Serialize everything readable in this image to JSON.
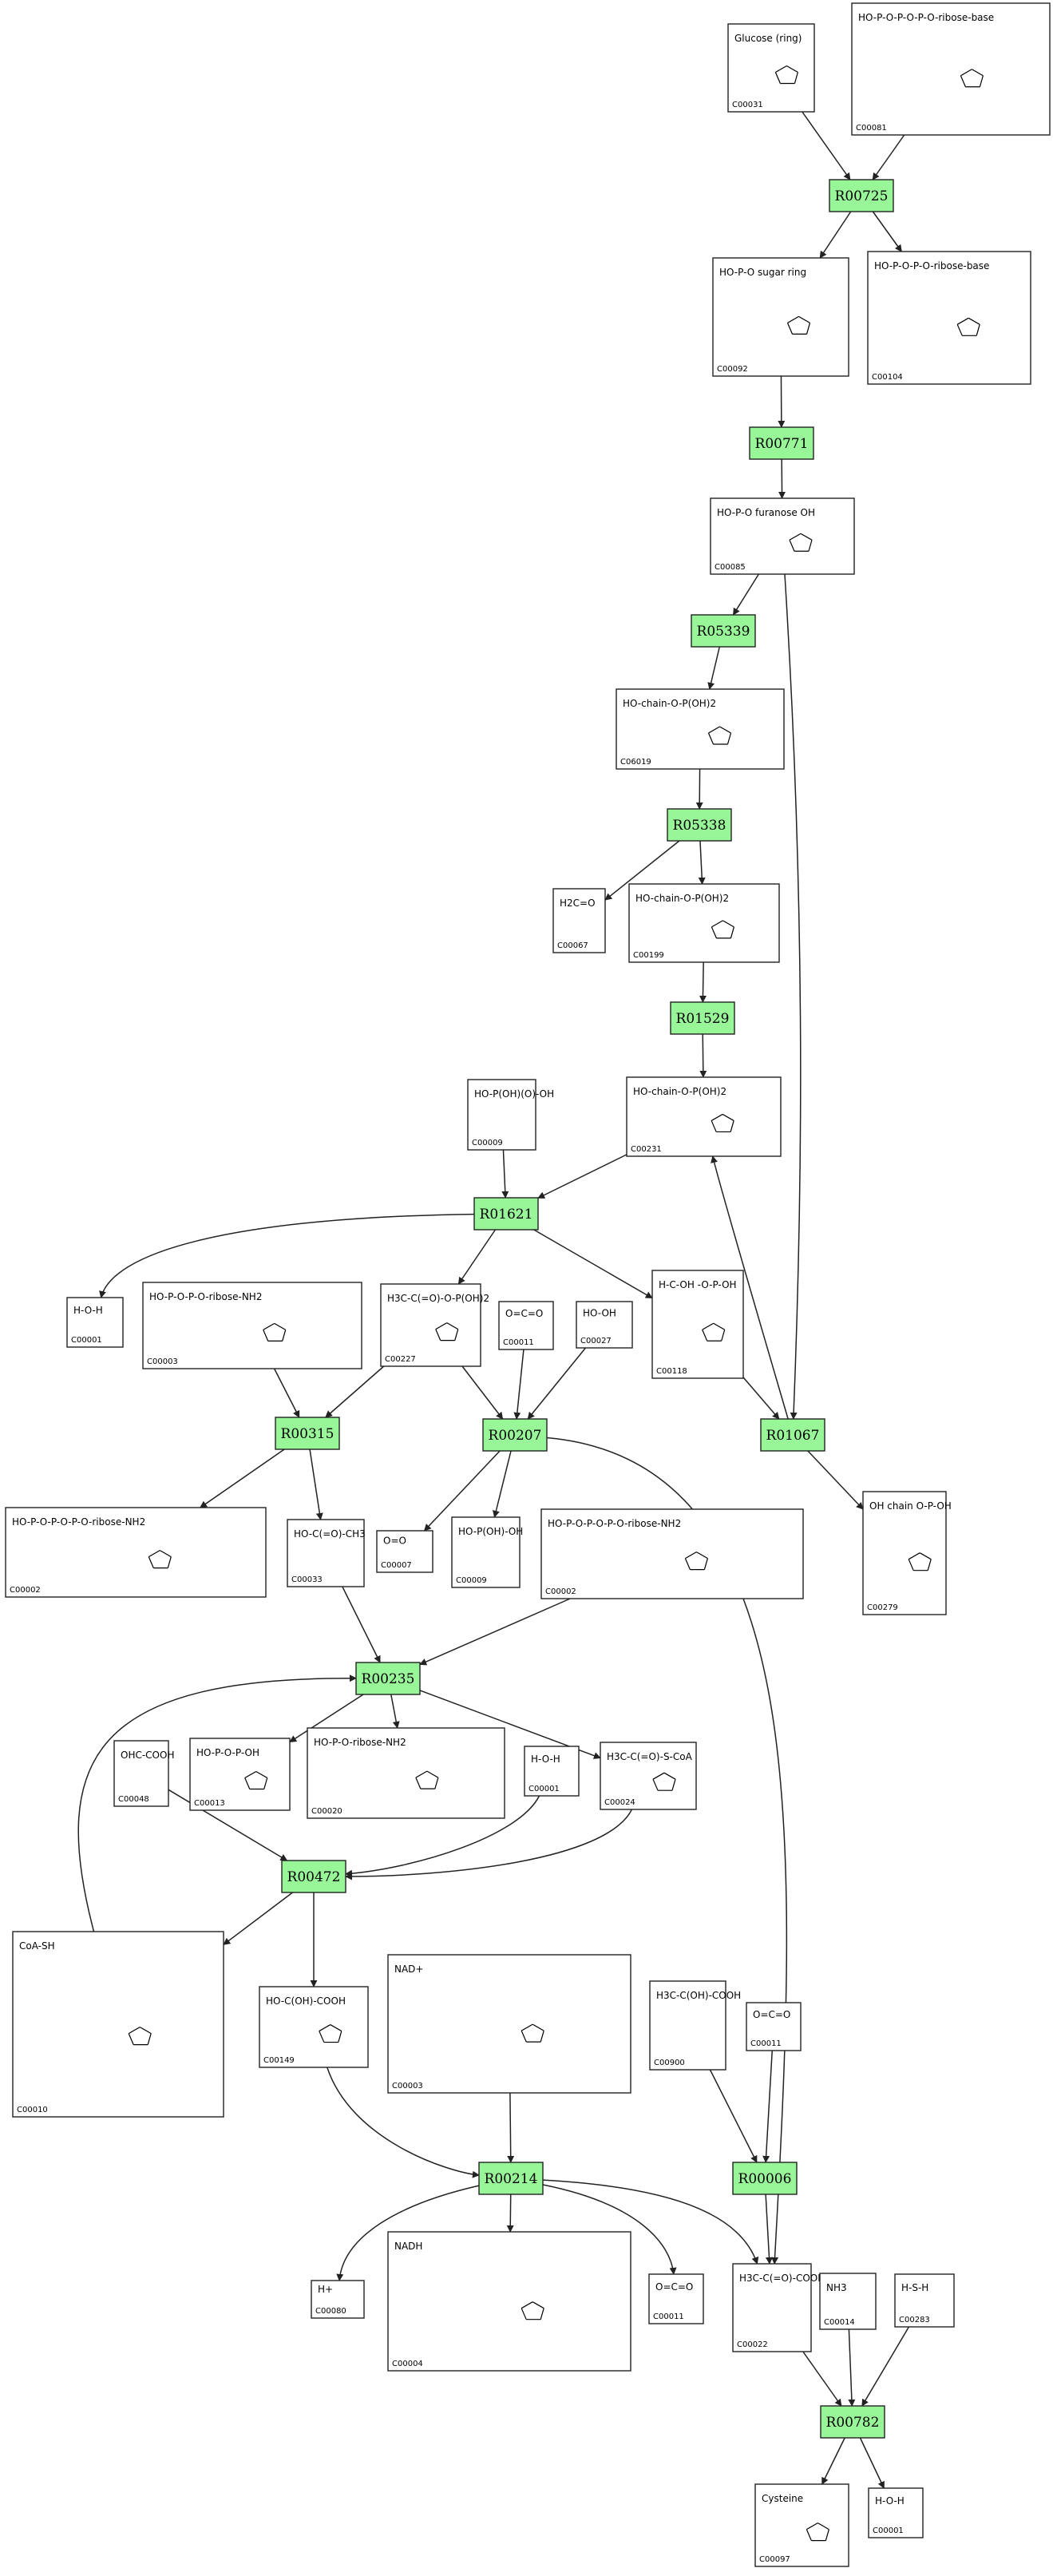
{
  "diagram": {
    "reactions": [
      {
        "id": "r00725",
        "label": "R00725"
      },
      {
        "id": "r00771",
        "label": "R00771"
      },
      {
        "id": "r05339",
        "label": "R05339"
      },
      {
        "id": "r05338",
        "label": "R05338"
      },
      {
        "id": "r01529",
        "label": "R01529"
      },
      {
        "id": "r01621",
        "label": "R01621"
      },
      {
        "id": "r00315",
        "label": "R00315"
      },
      {
        "id": "r00207",
        "label": "R00207"
      },
      {
        "id": "r01067",
        "label": "R01067"
      },
      {
        "id": "r00235",
        "label": "R00235"
      },
      {
        "id": "r00472",
        "label": "R00472"
      },
      {
        "id": "r00214",
        "label": "R00214"
      },
      {
        "id": "r00006",
        "label": "R00006"
      },
      {
        "id": "r00782",
        "label": "R00782"
      }
    ],
    "compounds": [
      {
        "id": "c00031_top",
        "code": "C00031",
        "formula": "Glucose (ring)"
      },
      {
        "id": "c00081_top",
        "code": "C00081",
        "formula": "HO-P-O-P-O-P-O-ribose-base"
      },
      {
        "id": "c00092",
        "code": "C00092",
        "formula": "HO-P-O sugar ring"
      },
      {
        "id": "c00104",
        "code": "C00104",
        "formula": "HO-P-O-P-O-ribose-base"
      },
      {
        "id": "c00085",
        "code": "C00085",
        "formula": "HO-P-O furanose OH"
      },
      {
        "id": "c06019",
        "code": "C06019",
        "formula": "HO-chain-O-P(OH)2"
      },
      {
        "id": "c00067",
        "code": "C00067",
        "formula": "H2C=O"
      },
      {
        "id": "c00199",
        "code": "C00199",
        "formula": "HO-chain-O-P(OH)2"
      },
      {
        "id": "c00009_a",
        "code": "C00009",
        "formula": "HO-P(OH)(O)-OH"
      },
      {
        "id": "c00231",
        "code": "C00231",
        "formula": "HO-chain-O-P(OH)2"
      },
      {
        "id": "c00001_a",
        "code": "C00001",
        "formula": "H-O-H"
      },
      {
        "id": "c00003_a",
        "code": "C00003",
        "formula": "HO-P-O-P-O-ribose-NH2"
      },
      {
        "id": "c00227",
        "code": "C00227",
        "formula": "H3C-C(=O)-O-P(OH)2"
      },
      {
        "id": "c00011_a",
        "code": "C00011",
        "formula": "O=C=O"
      },
      {
        "id": "c00027",
        "code": "C00027",
        "formula": "HO-OH"
      },
      {
        "id": "c00118",
        "code": "C00118",
        "formula": "H-C-OH -O-P-OH"
      },
      {
        "id": "c00002_a",
        "code": "C00002",
        "formula": "HO-P-O-P-O-P-O-ribose-NH2"
      },
      {
        "id": "c00033",
        "code": "C00033",
        "formula": "HO-C(=O)-CH3"
      },
      {
        "id": "c00007",
        "code": "C00007",
        "formula": "O=O"
      },
      {
        "id": "c00009_b",
        "code": "C00009",
        "formula": "HO-P(OH)-OH"
      },
      {
        "id": "c00002_b",
        "code": "C00002",
        "formula": "HO-P-O-P-O-P-O-ribose-NH2"
      },
      {
        "id": "c00279",
        "code": "C00279",
        "formula": "OH chain O-P-OH"
      },
      {
        "id": "c00048",
        "code": "C00048",
        "formula": "OHC-COOH"
      },
      {
        "id": "c00013",
        "code": "C00013",
        "formula": "HO-P-O-P-OH"
      },
      {
        "id": "c00020",
        "code": "C00020",
        "formula": "HO-P-O-ribose-NH2"
      },
      {
        "id": "c00001_b",
        "code": "C00001",
        "formula": "H-O-H"
      },
      {
        "id": "c00024",
        "code": "C00024",
        "formula": "H3C-C(=O)-S-CoA"
      },
      {
        "id": "c00010",
        "code": "C00010",
        "formula": "CoA-SH"
      },
      {
        "id": "c00149",
        "code": "C00149",
        "formula": "HO-C(OH)-COOH"
      },
      {
        "id": "c00003_b",
        "code": "C00003",
        "formula": "NAD+"
      },
      {
        "id": "c00900",
        "code": "C00900",
        "formula": "H3C-C(OH)-COOH"
      },
      {
        "id": "c00011_b",
        "code": "C00011",
        "formula": "O=C=O"
      },
      {
        "id": "c00080",
        "code": "C00080",
        "formula": "H+"
      },
      {
        "id": "c00004",
        "code": "C00004",
        "formula": "NADH"
      },
      {
        "id": "c00011_c",
        "code": "C00011",
        "formula": "O=C=O"
      },
      {
        "id": "c00022",
        "code": "C00022",
        "formula": "H3C-C(=O)-COOH"
      },
      {
        "id": "c00014",
        "code": "C00014",
        "formula": "NH3"
      },
      {
        "id": "c00283",
        "code": "C00283",
        "formula": "H-S-H"
      },
      {
        "id": "c00097",
        "code": "C00097",
        "formula": "Cysteine"
      },
      {
        "id": "c00001_c",
        "code": "C00001",
        "formula": "H-O-H"
      }
    ],
    "edges": [
      {
        "from": "c00031_top",
        "to": "r00725"
      },
      {
        "from": "c00081_top",
        "to": "r00725"
      },
      {
        "from": "r00725",
        "to": "c00092"
      },
      {
        "from": "r00725",
        "to": "c00104"
      },
      {
        "from": "c00092",
        "to": "r00771"
      },
      {
        "from": "r00771",
        "to": "c00085"
      },
      {
        "from": "c00085",
        "to": "r05339"
      },
      {
        "from": "c00085",
        "to": "r01067"
      },
      {
        "from": "r05339",
        "to": "c06019"
      },
      {
        "from": "c06019",
        "to": "r05338"
      },
      {
        "from": "r05338",
        "to": "c00067"
      },
      {
        "from": "r05338",
        "to": "c00199"
      },
      {
        "from": "c00199",
        "to": "r01529"
      },
      {
        "from": "r01529",
        "to": "c00231"
      },
      {
        "from": "c00009_a",
        "to": "r01621"
      },
      {
        "from": "c00231",
        "to": "r01621"
      },
      {
        "from": "r01621",
        "to": "c00001_a"
      },
      {
        "from": "r01621",
        "to": "c00227"
      },
      {
        "from": "r01621",
        "to": "c00118"
      },
      {
        "from": "c00003_a",
        "to": "r00315"
      },
      {
        "from": "c00227",
        "to": "r00315"
      },
      {
        "from": "c00227",
        "to": "r00207"
      },
      {
        "from": "c00011_a",
        "to": "r00207"
      },
      {
        "from": "c00027",
        "to": "r00207"
      },
      {
        "from": "c00118",
        "to": "r01067"
      },
      {
        "from": "r01067",
        "to": "c00231"
      },
      {
        "from": "r01067",
        "to": "c00279"
      },
      {
        "from": "r00315",
        "to": "c00002_a"
      },
      {
        "from": "r00315",
        "to": "c00033"
      },
      {
        "from": "r00207",
        "to": "c00007"
      },
      {
        "from": "r00207",
        "to": "c00009_b"
      },
      {
        "from": "r00207",
        "to": "c00022"
      },
      {
        "from": "c00033",
        "to": "r00235"
      },
      {
        "from": "c00002_b",
        "to": "r00235"
      },
      {
        "from": "c00010",
        "to": "r00235"
      },
      {
        "from": "r00235",
        "to": "c00013"
      },
      {
        "from": "r00235",
        "to": "c00020"
      },
      {
        "from": "r00235",
        "to": "c00024"
      },
      {
        "from": "c00048",
        "to": "r00472"
      },
      {
        "from": "c00001_b",
        "to": "r00472"
      },
      {
        "from": "c00024",
        "to": "r00472"
      },
      {
        "from": "r00472",
        "to": "c00010"
      },
      {
        "from": "r00472",
        "to": "c00149"
      },
      {
        "from": "c00149",
        "to": "r00214"
      },
      {
        "from": "c00003_b",
        "to": "r00214"
      },
      {
        "from": "r00214",
        "to": "c00080"
      },
      {
        "from": "r00214",
        "to": "c00004"
      },
      {
        "from": "r00214",
        "to": "c00011_c"
      },
      {
        "from": "r00214",
        "to": "c00022"
      },
      {
        "from": "c00900",
        "to": "r00006"
      },
      {
        "from": "c00011_b",
        "to": "r00006"
      },
      {
        "from": "r00006",
        "to": "c00022"
      },
      {
        "from": "c00022",
        "to": "r00782"
      },
      {
        "from": "c00014",
        "to": "r00782"
      },
      {
        "from": "c00283",
        "to": "r00782"
      },
      {
        "from": "r00782",
        "to": "c00097"
      },
      {
        "from": "r00782",
        "to": "c00001_c"
      }
    ]
  }
}
